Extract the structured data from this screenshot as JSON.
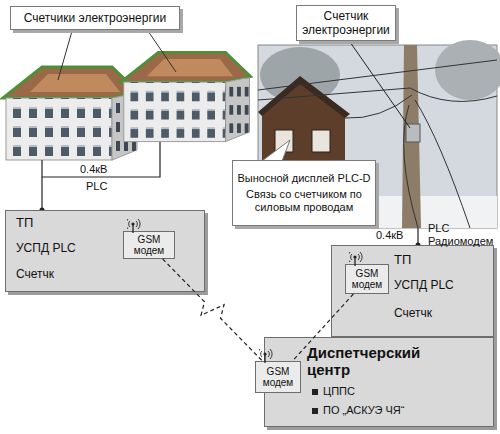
{
  "diagram": {
    "nodes": [
      {
        "text": [
          "Счетчики электроэнергии"
        ]
      },
      {
        "text": [
          "Счетчик электроэнергии"
        ]
      },
      {
        "text": [
          "Выносной дисплей PLC-D",
          "Связь со счетчиком по силовым проводам"
        ]
      },
      {
        "text": [
          "ТП",
          "УСПД PLC",
          "Счетчк"
        ]
      },
      {
        "text": [
          "GSM модем"
        ],
        "in": 3
      },
      {
        "text": [
          "ТП",
          "УСПД PLC",
          "Счетчк"
        ]
      },
      {
        "text": [
          "GSM модем"
        ],
        "in": 5
      },
      {
        "text": [
          "Диспетчерский центр",
          "ЦППС",
          "ПО „АСКУЭ ЧЯ“"
        ]
      },
      {
        "text": [
          "GSM модем"
        ],
        "in": 7
      }
    ],
    "edges": [
      {
        "from": 4,
        "to": 8,
        "arrow": "none"
      },
      {
        "from": 6,
        "to": 8,
        "arrow": "none"
      }
    ],
    "labels": [
      "0.4кВ",
      "PLC",
      "0.4кВ",
      "PLC Радиомодем"
    ]
  }
}
